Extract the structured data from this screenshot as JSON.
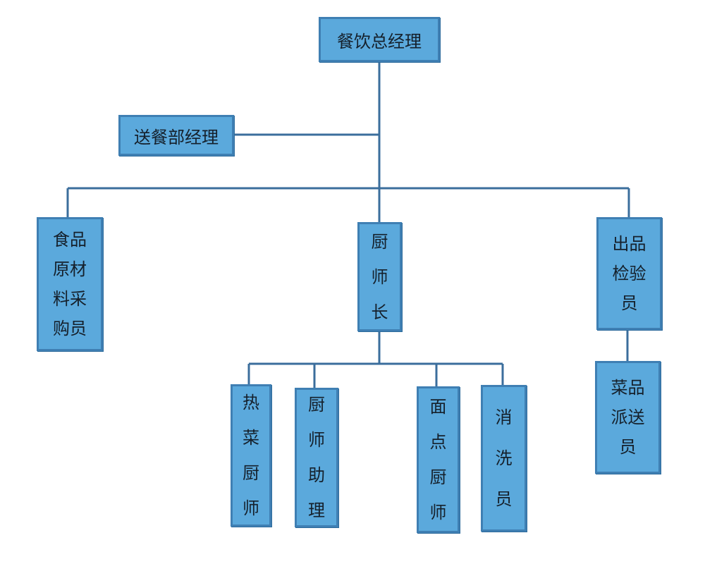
{
  "diagram": {
    "type": "org-chart",
    "colors": {
      "box_fill": "#5ba9dc",
      "box_border": "#3f7fb3",
      "line": "#3b6e9c",
      "text": "#15202b"
    },
    "nodes": {
      "gm": "餐饮总经理",
      "delivery_manager": "送餐部经理",
      "purchaser": "食品原材料采购员",
      "head_chef": "厨师长",
      "inspector": "出品检验员",
      "hot_dish_chef": "热菜厨师",
      "chef_assistant": "厨师助理",
      "pastry_chef": "面点厨师",
      "dishwasher": "消洗员",
      "dispatcher": "菜品派送员"
    },
    "edges": [
      [
        "gm",
        "delivery_manager"
      ],
      [
        "gm",
        "purchaser"
      ],
      [
        "gm",
        "head_chef"
      ],
      [
        "gm",
        "inspector"
      ],
      [
        "head_chef",
        "hot_dish_chef"
      ],
      [
        "head_chef",
        "chef_assistant"
      ],
      [
        "head_chef",
        "pastry_chef"
      ],
      [
        "head_chef",
        "dishwasher"
      ],
      [
        "inspector",
        "dispatcher"
      ]
    ]
  }
}
